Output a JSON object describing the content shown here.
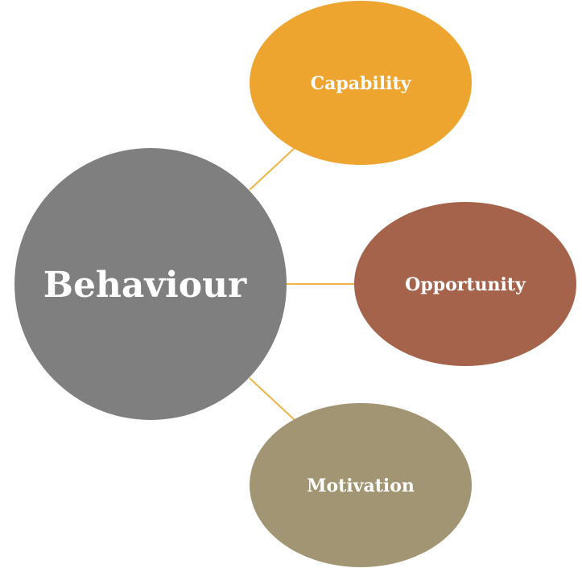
{
  "center": {
    "label": "Behaviour",
    "color": "#7f7f7f"
  },
  "satellites": [
    {
      "label": "Capability",
      "color": "#eea530"
    },
    {
      "label": "Opportunity",
      "color": "#a5634b"
    },
    {
      "label": "Motivation",
      "color": "#a19573"
    }
  ],
  "connector_color": "#f0b447"
}
